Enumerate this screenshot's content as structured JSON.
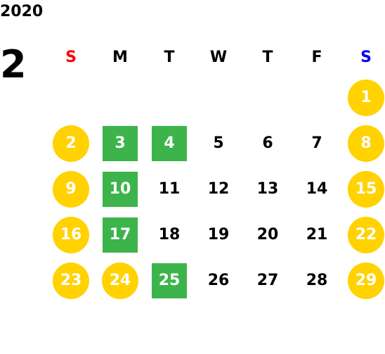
{
  "year": "2020",
  "month": "2",
  "weekdays": [
    "S",
    "M",
    "T",
    "W",
    "T",
    "F",
    "S"
  ],
  "colors": {
    "sunday_header": "#ff0000",
    "saturday_header": "#0000ff",
    "holiday_circle": "#ffd200",
    "event_square": "#3cb44b"
  },
  "weeks": [
    [
      {
        "day": "",
        "style": "empty"
      },
      {
        "day": "",
        "style": "empty"
      },
      {
        "day": "",
        "style": "empty"
      },
      {
        "day": "",
        "style": "empty"
      },
      {
        "day": "",
        "style": "empty"
      },
      {
        "day": "",
        "style": "empty"
      },
      {
        "day": "1",
        "style": "circle"
      }
    ],
    [
      {
        "day": "2",
        "style": "circle"
      },
      {
        "day": "3",
        "style": "square"
      },
      {
        "day": "4",
        "style": "square"
      },
      {
        "day": "5",
        "style": "plain"
      },
      {
        "day": "6",
        "style": "plain"
      },
      {
        "day": "7",
        "style": "plain"
      },
      {
        "day": "8",
        "style": "circle"
      }
    ],
    [
      {
        "day": "9",
        "style": "circle"
      },
      {
        "day": "10",
        "style": "square"
      },
      {
        "day": "11",
        "style": "plain"
      },
      {
        "day": "12",
        "style": "plain"
      },
      {
        "day": "13",
        "style": "plain"
      },
      {
        "day": "14",
        "style": "plain"
      },
      {
        "day": "15",
        "style": "circle"
      }
    ],
    [
      {
        "day": "16",
        "style": "circle"
      },
      {
        "day": "17",
        "style": "square"
      },
      {
        "day": "18",
        "style": "plain"
      },
      {
        "day": "19",
        "style": "plain"
      },
      {
        "day": "20",
        "style": "plain"
      },
      {
        "day": "21",
        "style": "plain"
      },
      {
        "day": "22",
        "style": "circle"
      }
    ],
    [
      {
        "day": "23",
        "style": "circle"
      },
      {
        "day": "24",
        "style": "circle"
      },
      {
        "day": "25",
        "style": "square"
      },
      {
        "day": "26",
        "style": "plain"
      },
      {
        "day": "27",
        "style": "plain"
      },
      {
        "day": "28",
        "style": "plain"
      },
      {
        "day": "29",
        "style": "circle"
      }
    ]
  ]
}
